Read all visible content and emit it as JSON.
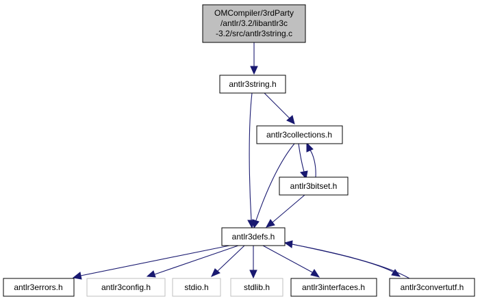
{
  "diagram": {
    "root": {
      "lines": [
        "OMCompiler/3rdParty",
        "/antlr/3.2/libantlr3c",
        "-3.2/src/antlr3string.c"
      ],
      "fill": "#bfbfbf",
      "border": "#000000"
    },
    "nodes": {
      "string_h": "antlr3string.h",
      "collections_h": "antlr3collections.h",
      "bitset_h": "antlr3bitset.h",
      "defs_h": "antlr3defs.h",
      "errors_h": "antlr3errors.h",
      "config_h": "antlr3config.h",
      "stdio_h": "stdio.h",
      "stdlib_h": "stdlib.h",
      "interfaces_h": "antlr3interfaces.h",
      "convertutf_h": "antlr3convertutf.h"
    },
    "colors": {
      "edge": "#191970",
      "documented_border": "#000000",
      "undocumented_border": "#bfbfbf"
    }
  }
}
